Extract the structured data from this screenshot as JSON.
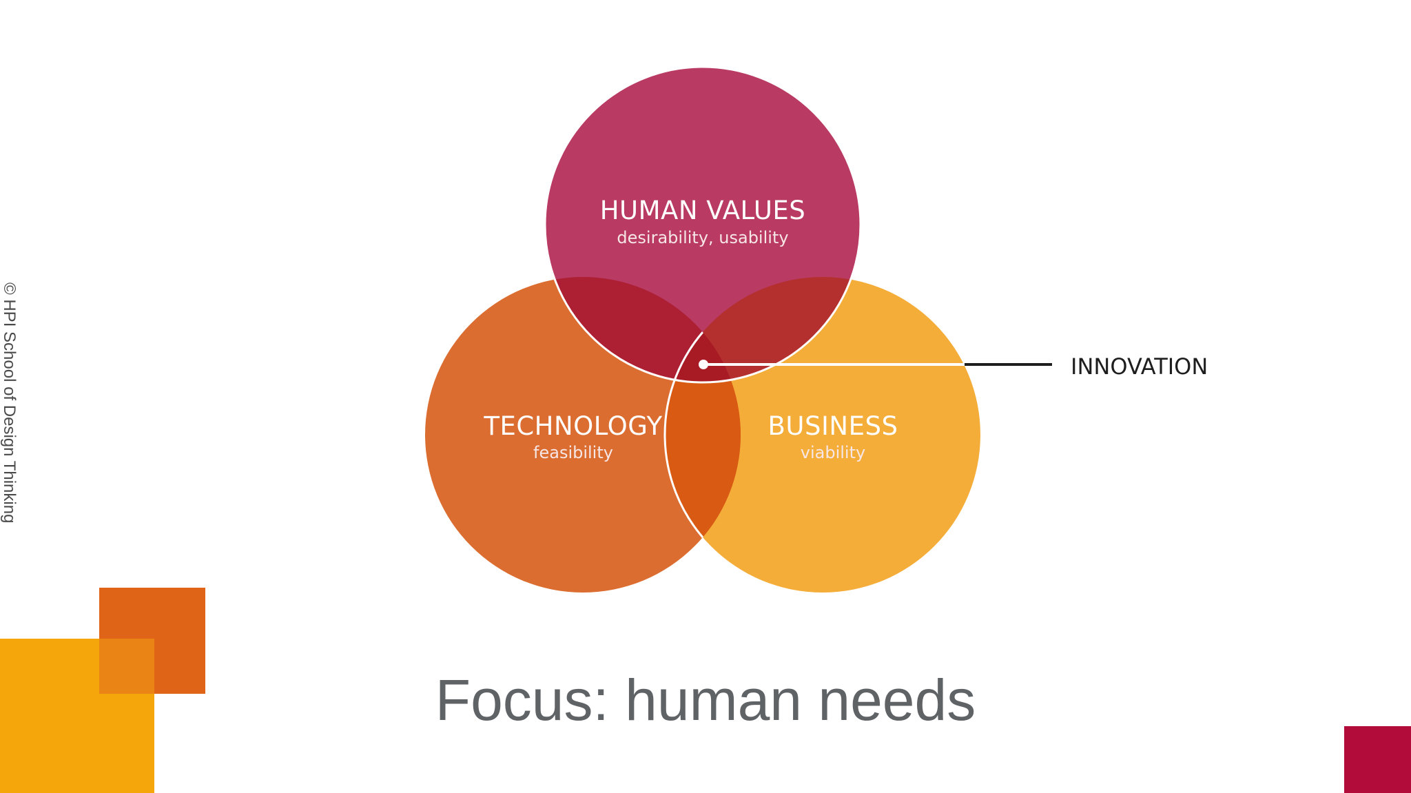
{
  "diagram": {
    "human_values": {
      "title": "HUMAN VALUES",
      "subtitle": "desirability, usability",
      "color": "#b93a63"
    },
    "technology": {
      "title": "TECHNOLOGY",
      "subtitle": "feasibility",
      "color": "#dc6d30"
    },
    "business": {
      "title": "BUSINESS",
      "subtitle": "viability",
      "color": "#f5ad39"
    },
    "intersection_label": "INNOVATION"
  },
  "copyright": "© HPI School of Design Thinking",
  "headline": "Focus: human needs",
  "decorations": {
    "orange": "#e06418",
    "yellow": "#f5a60a",
    "red": "#b20d3a"
  }
}
